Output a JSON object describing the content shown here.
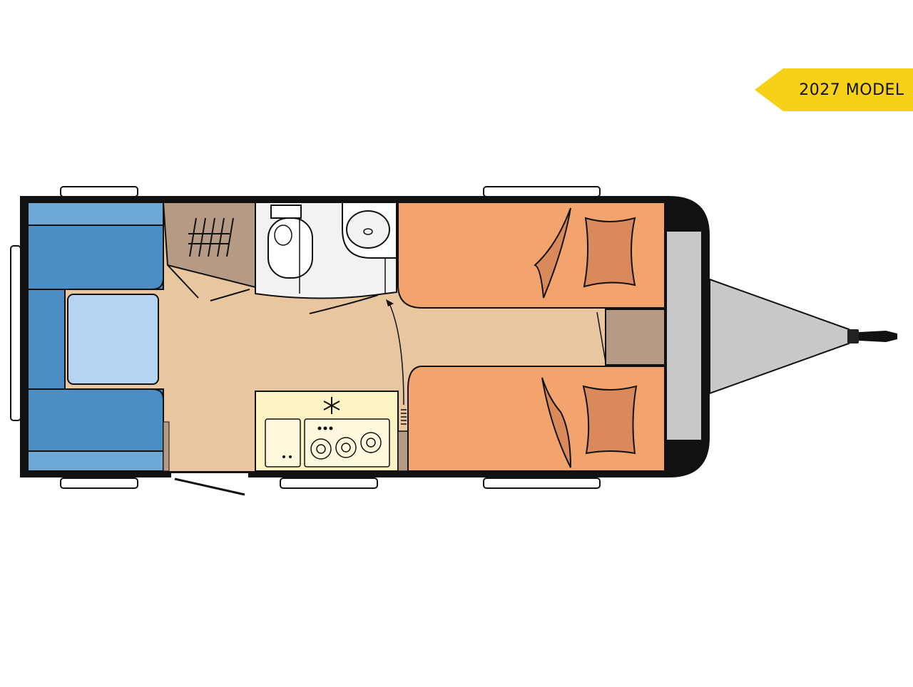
{
  "badge": {
    "label": "2027 MODEL",
    "color": "#f7d117"
  },
  "floorplan": {
    "colors": {
      "seating": "#4a8ec4",
      "seating_light": "#6ea8d6",
      "table": "#b6d3f1",
      "floor": "#e8c6a0",
      "beds": "#f2a46c",
      "pillow": "#d9895a",
      "cabinet": "#b59a84",
      "washroom": "#f2f2f2",
      "kitchen": "#fbf3c4",
      "drawbar": "#c8c8c8",
      "outline": "#111111"
    },
    "areas": [
      "front-seating",
      "table",
      "wardrobe",
      "washroom",
      "kitchen",
      "bed-left",
      "bed-right",
      "bedside-cabinet",
      "front-locker",
      "drawbar"
    ]
  }
}
